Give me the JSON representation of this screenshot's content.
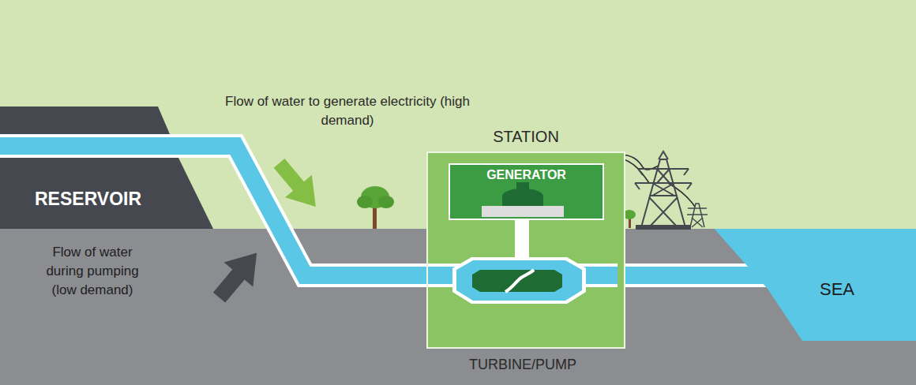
{
  "diagram": {
    "nodes": [
      {
        "text": [
          "RESERVOIR"
        ]
      },
      {
        "text": [
          "STATION"
        ]
      },
      {
        "text": [
          "GENERATOR"
        ],
        "in": 1
      },
      {
        "text": [
          "SEA"
        ]
      }
    ],
    "edges": [
      {
        "from": 0,
        "to": 1,
        "arrow": "none"
      },
      {
        "from": 1,
        "to": 3,
        "arrow": "none"
      }
    ],
    "labels": [
      "Flow of water to generate electricity (high demand)",
      "Flow of water during pumping (low demand)",
      "TURBINE/PUMP"
    ]
  }
}
